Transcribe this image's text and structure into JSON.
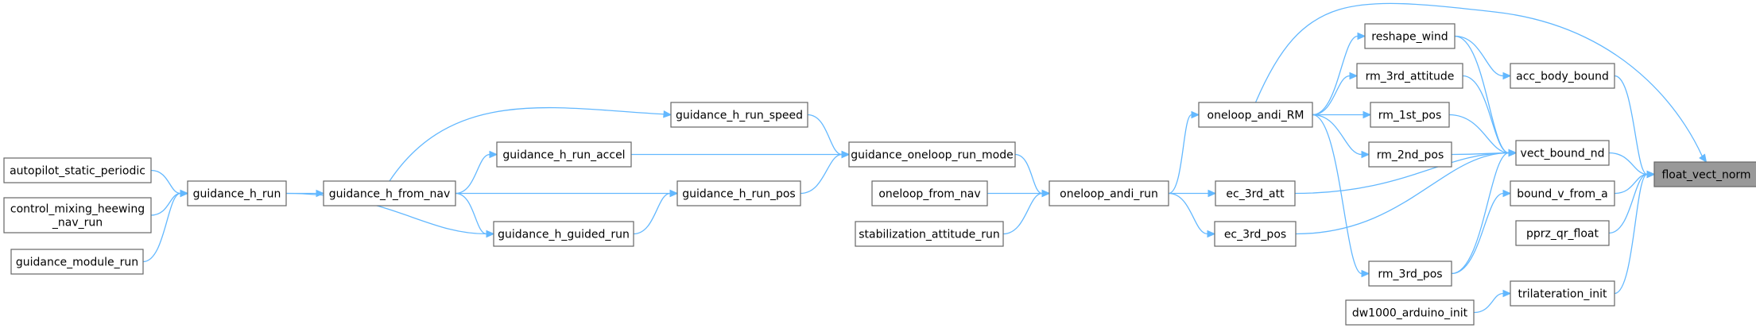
{
  "colors": {
    "edge": "#63b8ff",
    "root_fill": "#999999",
    "box_stroke": "#666666",
    "text": "#000000"
  },
  "nodes": {
    "float_vect_norm": [
      "float_vect_norm"
    ],
    "acc_body_bound": [
      "acc_body_bound"
    ],
    "vect_bound_nd": [
      "vect_bound_nd"
    ],
    "bound_v_from_a": [
      "bound_v_from_a"
    ],
    "pprz_qr_float": [
      "pprz_qr_float"
    ],
    "trilateration_init": [
      "trilateration_init"
    ],
    "reshape_wind": [
      "reshape_wind"
    ],
    "rm_3rd_attitude": [
      "rm_3rd_attitude"
    ],
    "rm_1st_pos": [
      "rm_1st_pos"
    ],
    "rm_2nd_pos": [
      "rm_2nd_pos"
    ],
    "ec_3rd_att": [
      "ec_3rd_att"
    ],
    "ec_3rd_pos": [
      "ec_3rd_pos"
    ],
    "rm_3rd_pos": [
      "rm_3rd_pos"
    ],
    "dw1000_arduino_init": [
      "dw1000_arduino_init"
    ],
    "oneloop_andi_RM": [
      "oneloop_andi_RM"
    ],
    "oneloop_andi_run": [
      "oneloop_andi_run"
    ],
    "oneloop_from_nav": [
      "oneloop_from_nav"
    ],
    "stabilization_attitude_run": [
      "stabilization_attitude_run"
    ],
    "guidance_oneloop_run_mode": [
      "guidance_oneloop_run_mode"
    ],
    "guidance_h_run_speed": [
      "guidance_h_run_speed"
    ],
    "guidance_h_run_accel": [
      "guidance_h_run_accel"
    ],
    "guidance_h_run_pos": [
      "guidance_h_run_pos"
    ],
    "guidance_h_guided_run": [
      "guidance_h_guided_run"
    ],
    "guidance_h_from_nav": [
      "guidance_h_from_nav"
    ],
    "guidance_h_run": [
      "guidance_h_run"
    ],
    "autopilot_static_periodic": [
      "autopilot_static_periodic"
    ],
    "control_mixing_heewing_nav_run": [
      "control_mixing_heewing",
      "_nav_run"
    ],
    "guidance_module_run": [
      "guidance_module_run"
    ]
  }
}
